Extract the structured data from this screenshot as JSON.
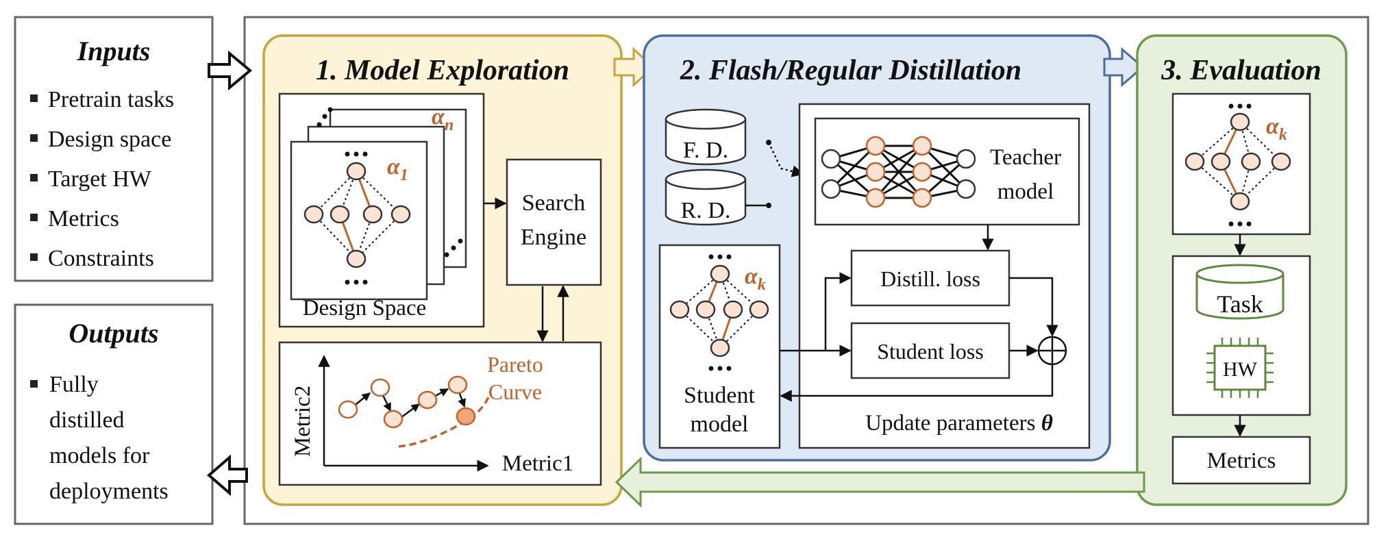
{
  "inputs": {
    "title": "Inputs",
    "items": [
      "Pretrain tasks",
      "Design space",
      "Target HW",
      "Metrics",
      "Constraints"
    ]
  },
  "outputs": {
    "title": "Outputs",
    "lines": [
      "Fully",
      "distilled",
      "models for",
      "deployments"
    ]
  },
  "stage1": {
    "title": "1. Model Exploration",
    "alpha_n": "α",
    "alpha_n_sub": "n",
    "alpha_1": "α",
    "alpha_1_sub": "1",
    "design_space_label": "Design Space",
    "search_engine": [
      "Search",
      "Engine"
    ],
    "pareto": [
      "Pareto",
      "Curve"
    ],
    "metric1": "Metric1",
    "metric2": "Metric2"
  },
  "stage2": {
    "title": "2. Flash/Regular Distillation",
    "fd": "F. D.",
    "rd": "R. D.",
    "teacher": [
      "Teacher",
      "model"
    ],
    "alpha_k": "α",
    "alpha_k_sub": "k",
    "student": [
      "Student",
      "model"
    ],
    "distill_loss": "Distill. loss",
    "student_loss": "Student loss",
    "update": "Update parameters ",
    "theta": "θ"
  },
  "stage3": {
    "title": "3. Evaluation",
    "alpha_k": "α",
    "alpha_k_sub": "k",
    "task": "Task",
    "hw": "HW",
    "metrics": "Metrics"
  },
  "colors": {
    "stage1_fill": "#fdf3d6",
    "stage1_border": "#c9a23a",
    "stage2_fill": "#dfe9f6",
    "stage2_border": "#4a6f9c",
    "stage3_fill": "#e6f0dc",
    "stage3_border": "#6e9a4a",
    "accent": "#c0622a"
  }
}
